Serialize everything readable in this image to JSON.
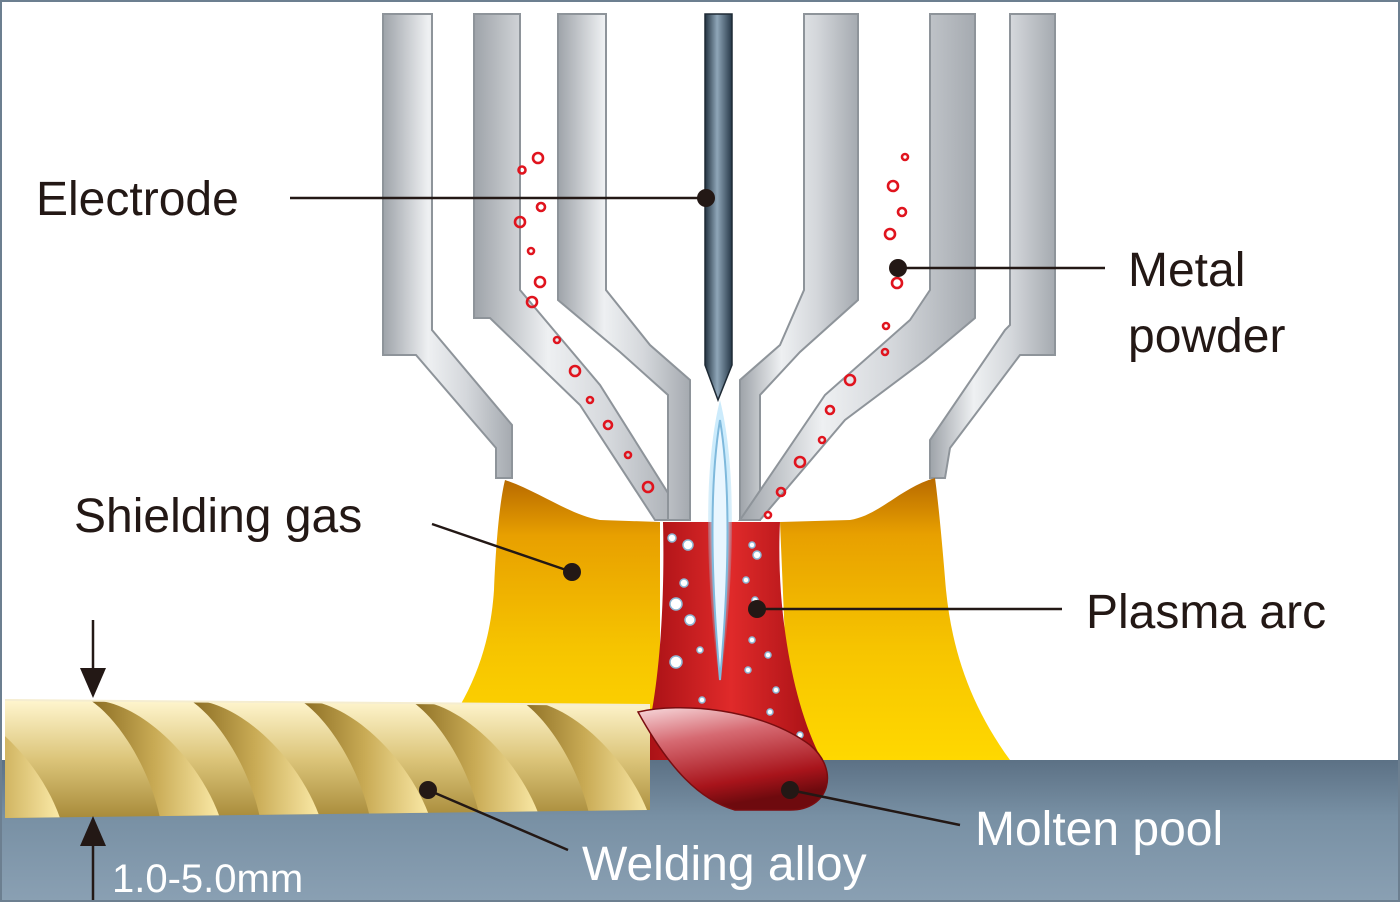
{
  "labels": {
    "electrode": "Electrode",
    "metal_powder_line1": "Metal",
    "metal_powder_line2": "powder",
    "shielding_gas": "Shielding gas",
    "plasma_arc": "Plasma arc",
    "molten_pool": "Molten pool",
    "welding_alloy": "Welding alloy",
    "thickness": "1.0-5.0mm"
  },
  "colors": {
    "label_text": "#231815",
    "label_text_light": "#ffffff",
    "base_metal": "#6e8598",
    "nozzle_steel": "#c9ccd0",
    "electrode": "#3c5060",
    "shielding_gas": "#f2b400",
    "plasma_arc": "#c8161d",
    "powder_particle": "#e0141e",
    "molten_pool": "#b51a1e",
    "weld_bead": "#d9c477",
    "outer_border": "#6c7f90"
  }
}
